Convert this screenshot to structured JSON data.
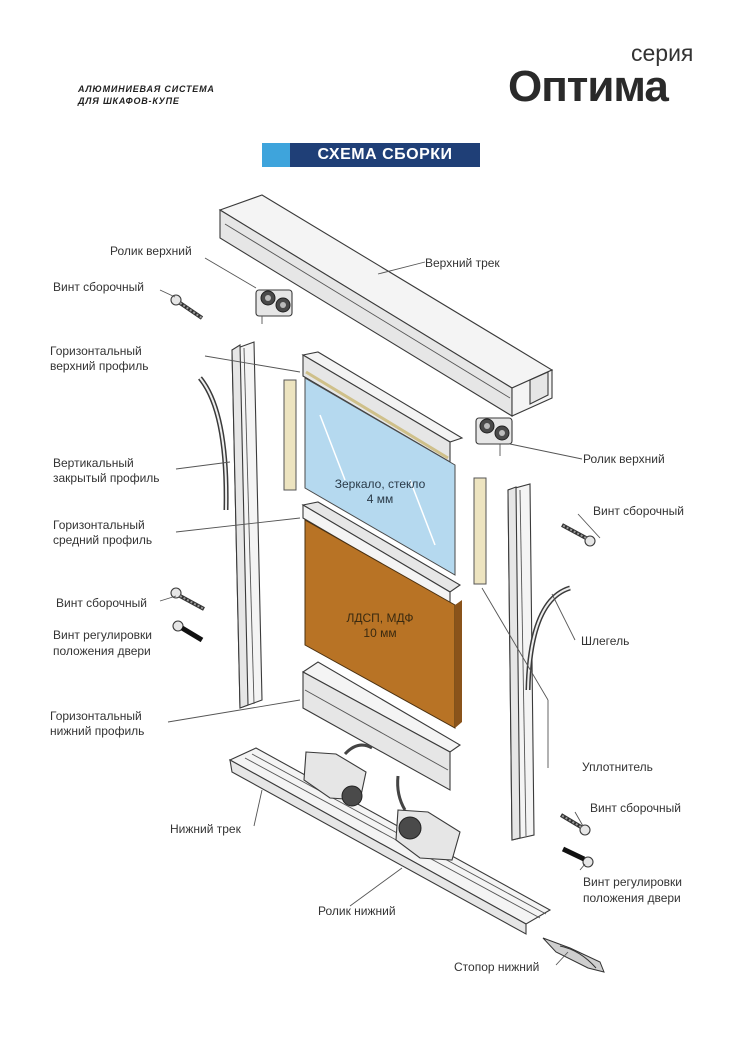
{
  "header": {
    "subtitle_line1": "АЛЮМИНИЕВАЯ СИСТЕМА",
    "subtitle_line2": "ДЛЯ ШКАФОВ-КУПЕ",
    "series_word": "серия",
    "brand": "Оптима"
  },
  "title": "СХЕМА СБОРКИ",
  "colors": {
    "title_bg": "#1f3f77",
    "title_accent": "#3ea4dc",
    "glass": "#b5d9ef",
    "chipboard": "#b87325"
  },
  "panels": {
    "glass_line1": "Зеркало, стекло",
    "glass_line2": "4 мм",
    "chip_line1": "ЛДСП, МДФ",
    "chip_line2": "10 мм"
  },
  "labels": {
    "roller_top_left": "Ролик верхний",
    "top_track": "Верхний трек",
    "screw_1": "Винт сборочный",
    "horiz_top_1": "Горизонтальный",
    "horiz_top_2": "верхний профиль",
    "roller_top_right": "Ролик верхний",
    "vert_closed_1": "Вертикальный",
    "vert_closed_2": "закрытый профиль",
    "screw_2": "Винт сборочный",
    "horiz_mid_1": "Горизонтальный",
    "horiz_mid_2": "средний профиль",
    "screw_3": "Винт сборочный",
    "adj_screw_left_1": "Винт регулировки",
    "adj_screw_left_2": "положения двери",
    "schlegel": "Шлегель",
    "horiz_bottom_1": "Горизонтальный",
    "horiz_bottom_2": "нижний профиль",
    "seal": "Уплотнитель",
    "screw_4": "Винт сборочный",
    "bottom_track": "Нижний трек",
    "adj_screw_right_1": "Винт регулировки",
    "adj_screw_right_2": "положения двери",
    "roller_bottom": "Ролик нижний",
    "bottom_stopper": "Стопор нижний"
  }
}
